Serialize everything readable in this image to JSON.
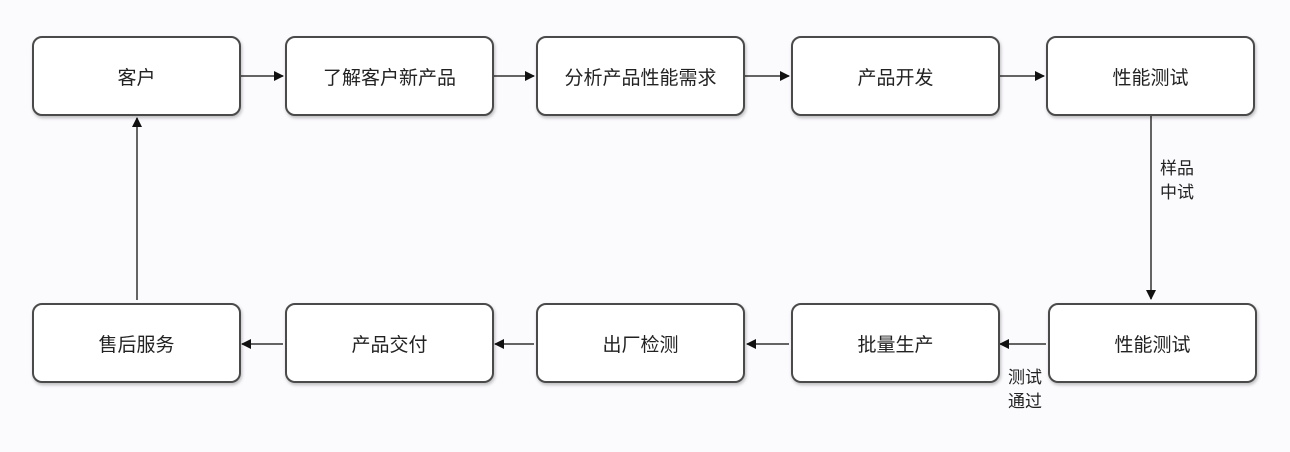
{
  "nodes": {
    "n1": "客户",
    "n2": "了解客户新产品",
    "n3": "分析产品性能需求",
    "n4": "产品开发",
    "n5": "性能测试",
    "n6": "性能测试",
    "n7": "批量生产",
    "n8": "出厂检测",
    "n9": "产品交付",
    "n10": "售后服务"
  },
  "edge_labels": {
    "sample_line1": "样品",
    "sample_line2": "中试",
    "pass_line1": "测试",
    "pass_line2": "通过"
  }
}
